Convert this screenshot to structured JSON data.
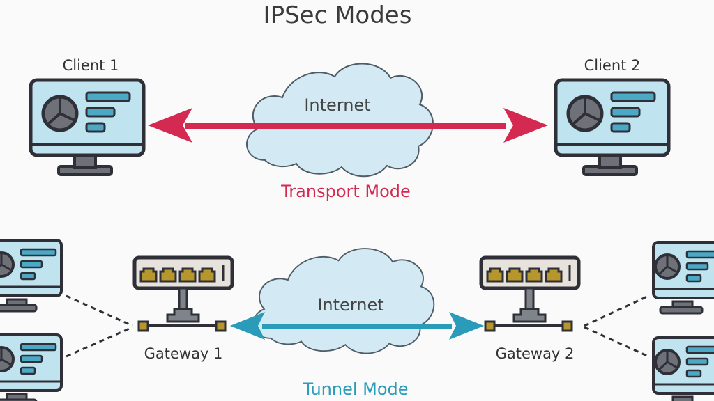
{
  "title": "IPSec Modes",
  "transport": {
    "client1_label": "Client 1",
    "client2_label": "Client 2",
    "cloud_label": "Internet",
    "mode_label": "Transport Mode"
  },
  "tunnel": {
    "gateway1_label": "Gateway 1",
    "gateway2_label": "Gateway 2",
    "cloud_label": "Internet",
    "mode_label": "Tunnel Mode"
  },
  "colors": {
    "transport_accent": "#d42a52",
    "tunnel_accent": "#2a9cba",
    "screen": "#bfe3ef",
    "cloud": "#d3eaf4",
    "outline": "#2f2f37",
    "port": "#b7972c"
  }
}
